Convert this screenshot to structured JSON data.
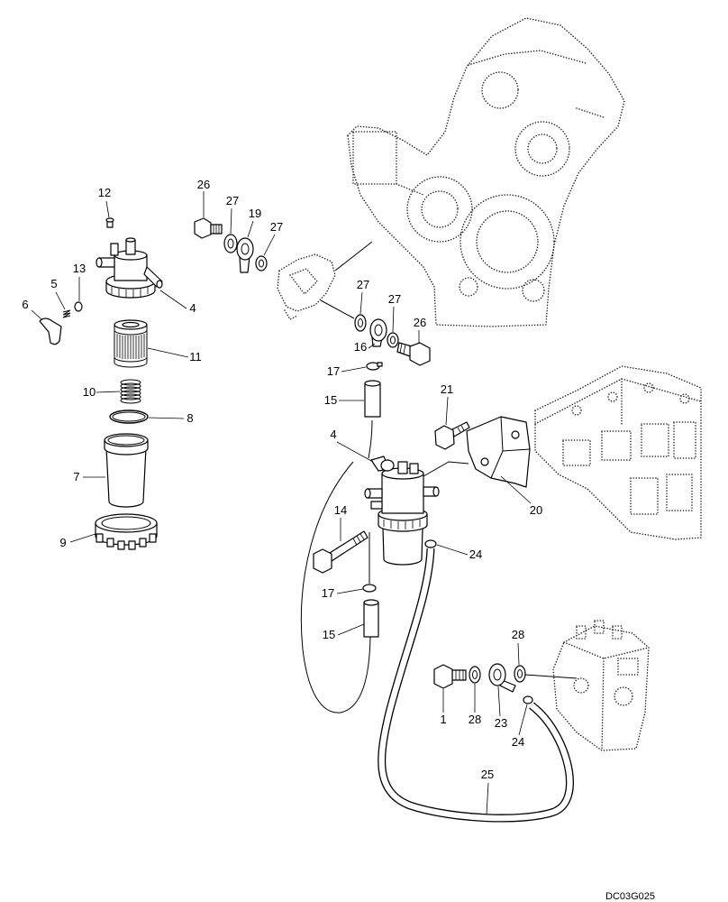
{
  "figure_code": "DC03G025",
  "callouts": {
    "filter_exploded": [
      "12",
      "13",
      "5",
      "6",
      "4",
      "11",
      "10",
      "8",
      "7",
      "9"
    ],
    "upper_fittings": [
      "26",
      "27",
      "19",
      "27",
      "27",
      "27",
      "26",
      "16",
      "17",
      "15"
    ],
    "filter_mounted": [
      "21",
      "4",
      "20",
      "14",
      "24",
      "17",
      "15"
    ],
    "pump_fittings": [
      "28",
      "1",
      "28",
      "23",
      "24",
      "25"
    ]
  }
}
